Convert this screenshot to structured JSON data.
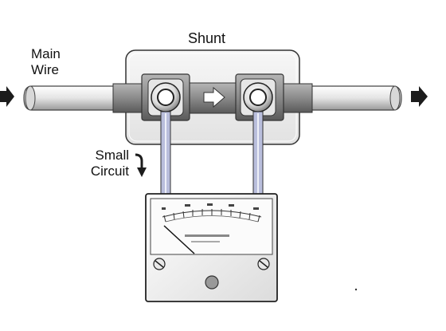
{
  "labels": {
    "shunt": "Shunt",
    "main_wire_line1": "Main",
    "main_wire_line2": "Wire",
    "small_circuit_line1": "Small",
    "small_circuit_line2": "Circuit"
  },
  "colors": {
    "wire": "#e9e9e9",
    "block": "#f0f0f0",
    "clamp": "#8a8a8a",
    "meter_face": "#fafafa",
    "lead": "#b9bedc",
    "arrow": "#1c1c1c"
  },
  "icons": {
    "flow_arrow_left": "arrow-right-icon",
    "flow_arrow_right": "arrow-right-icon",
    "current_direction": "arrow-right-icon",
    "small_circuit_arrow": "arrow-down-icon"
  }
}
